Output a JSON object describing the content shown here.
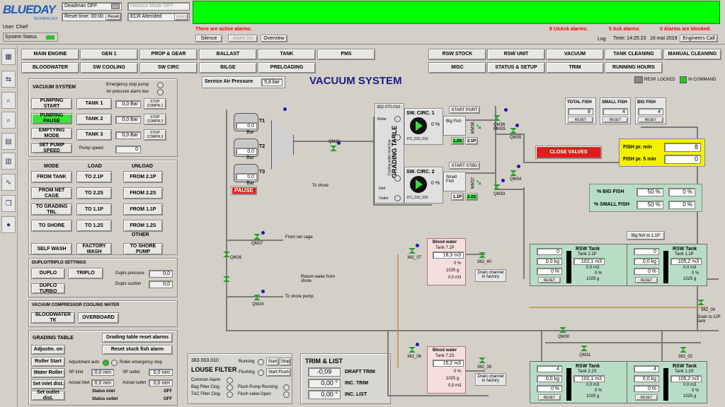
{
  "header": {
    "logo": "BLUEDAY",
    "logo_sub": "TECHNOLOGY",
    "deadman": "Deadman OFF",
    "reset_time": "Reset time: 00:00",
    "reset": "Reset",
    "harbour": "Harbour Mode OFF",
    "ecr": "ECR Attended",
    "select": "Select",
    "user": "User: Chief",
    "system_status": "System Status"
  },
  "alarms": {
    "active": "There are active alarms.",
    "unack": "8 UnAck alarms.",
    "ack": "5 Ack alarms",
    "blocked": "0 Alarms are blocked.",
    "silence": "Silence",
    "alarm_list": "Alarm list",
    "overview": "Overview",
    "log": "Log",
    "time": "Time: 14:25:23",
    "date": "16 mai 2019",
    "engineers_call": "Engineers Call"
  },
  "nav_left": {
    "row1": [
      "MAIN ENGINE",
      "GEN 1",
      "PROP & GEAR",
      "BALLAST",
      "TANK",
      "PMS"
    ],
    "row2": [
      "BLOODWATER",
      "SW COOLING",
      "SW CIRC",
      "BILGE",
      "PRELOADING"
    ]
  },
  "nav_right": {
    "row1": [
      "RSW STOCK",
      "RSW UNIT",
      "VACUUM",
      "TANK CLEANING",
      "MANUAL CLEANING"
    ],
    "row2": [
      "MISC",
      "STATUS & SETUP",
      "TRIM",
      "RUNNING HOURS"
    ]
  },
  "title": "VACUUM SYSTEM",
  "service_air": {
    "label": "Service Air Pressure",
    "value": "5,8 bar"
  },
  "legend": {
    "resp_locked": "RESP. LOCKED",
    "in_command": "IN COMMAND"
  },
  "vacuum": {
    "title": "VACUUM SYSTEM",
    "estop": "Emergency stop pump",
    "air_alarm": "Air pressure alarm low",
    "pumping_start": "PUMPING START",
    "pumping_pause": "PUMPING PAUSE",
    "emptying": "EMPTYING MODE",
    "set_speed": "SET PUMP SPEED",
    "pump_speed": "Pump speed",
    "pump_speed_val": "0",
    "tanks": [
      {
        "label": "TANK 1",
        "value": "0,0 Bar",
        "stop": "STOP COMPR.1"
      },
      {
        "label": "TANK 2",
        "value": "0,0 Bar",
        "stop": "STOP COMPR.2"
      },
      {
        "label": "TANK 3",
        "value": "0,0 Bar",
        "stop": "STOP COMPR.3"
      }
    ]
  },
  "mode": {
    "h1": "MODE",
    "h2": "LOAD",
    "h3": "UNLOAD",
    "other": "OTHER",
    "rows": [
      [
        "FROM TANK",
        "TO 2.1P",
        "FROM 2.1P"
      ],
      [
        "FROM NET CAGE",
        "TO 2.2S",
        "FROM 2.2S"
      ],
      [
        "TO GRADING TBL",
        "TO 1.1P",
        "FROM 1.1P"
      ],
      [
        "TO SHORE",
        "TO 1.2S",
        "FROM 1.2S"
      ],
      [
        "SELF WASH",
        "FACTORY WASH",
        "TO SHORE PUMP"
      ]
    ]
  },
  "duplo": {
    "title": "DUPLO/TRIPLO SETTINGS",
    "duplo": "DUPLO",
    "triplo": "TRIPLO",
    "turbo": "DUPLO TURBO",
    "pressure": "Duplo pressure",
    "pressure_val": "0,0",
    "suction": "Duplo suction",
    "suction_val": "0,0"
  },
  "cooling": {
    "title": "VACUUM COMPRESSOR COOLING WATER",
    "bw": "BLOODWATER TK",
    "overboard": "OVERBOARD"
  },
  "grading": {
    "title": "GRADING TABLE",
    "reset_alarms": "Grading table reset alarms",
    "reset_stuck": "Reset stuck fish alarm",
    "adjust_on": "Adjustm. on",
    "roller_start": "Roller Start",
    "water_roller": "Water Roller",
    "set_inlet": "Set inlet dist.",
    "set_outlet": "Set outlet dist.",
    "adj_auto": "Adjustment auto",
    "roller_estop": "Roller emergency stop",
    "sp_inlet": "SP inlet",
    "sp_inlet_val": "0,0 mm",
    "sp_outlet": "SP outlet",
    "sp_outlet_val": "0,0 mm",
    "act_inlet": "Actual inlet",
    "act_inlet_val": "0,0 mm",
    "act_outlet": "Actual outlet",
    "act_outlet_val": "0,0 mm",
    "status_inlet": "Status inlet",
    "status_inlet_val": "OFF",
    "status_outlet": "Status outlet",
    "status_outlet_val": "OFF"
  },
  "louse": {
    "id": "383.003.010",
    "title": "LOUSE FILTER",
    "running": "Running",
    "flushing": "Flushing",
    "start": "Start",
    "stop": "Stop",
    "start_flush": "Start Flush",
    "common": "Common Alarm",
    "bag": "Bag Filter Clog.",
    "tac": "TAC Filter Clog.",
    "fpr": "Flush Pump Running",
    "fvo": "Flush valve Open"
  },
  "trim": {
    "title": "TRIM & LIST",
    "draft_val": "-0,09",
    "draft": "DRAFT TRIM",
    "inc_trim_val": "0,00 °",
    "inc_trim": "INC. TRIM",
    "inc_list_val": "0,00 °",
    "inc_list": "INC. LIST"
  },
  "diagram": {
    "vac_tanks": [
      {
        "id": "T1",
        "val": "0,0 Bar"
      },
      {
        "id": "T2",
        "val": "0,0 Bar"
      },
      {
        "id": "T3",
        "val": "0,0 Bar"
      }
    ],
    "pause": "PAUSE",
    "to_shore": "To shore",
    "qm22": "QM22",
    "grading_id": "352.070.010",
    "grading_label": "GRADING TABLE",
    "cooling_level": "Cooling water level low",
    "roller": "Roller",
    "inlet": "Inlet",
    "outlet": "Outlet",
    "swc1": "SW. CIRC. 1",
    "swc1_pct": "0 %",
    "swc1_id": "371_010_010",
    "swc2": "SW. CIRC. 2",
    "swc2_pct": "0 %",
    "swc2_id": "371_010_020",
    "start_port": "START PORT",
    "start_stbd": "START STBD",
    "big_fish": "Big Fish",
    "small_fish": "Small Fish",
    "b1": "1.2S",
    "b2": "2.1P",
    "b3": "1.1P",
    "b4": "2.2S",
    "mm38": "MM38",
    "mm37": "MM37",
    "qm36": "QM36 MM39",
    "qm35": "QM35",
    "qm34": "QM34",
    "qm33": "QM33",
    "from_net": "From net cage",
    "qm37": "QM37",
    "qm26": "QM26",
    "return": "Return water from shore",
    "qm24": "QM24",
    "to_shore_pump": "To shore pump",
    "v362_07": "362_07",
    "v362_06": "362_06",
    "v362_40": "362_40",
    "v362_39": "362_39",
    "v362_09": "362_09",
    "v362_02": "362_02",
    "drain_factory": "Drain channel in factory",
    "drain_cip": "Drain to CIP tank",
    "big_fish_11p": "Big fish to 1.1P",
    "qm30": "QM30",
    "qm31": "QM31"
  },
  "counters": {
    "total": "TOTAL FISH",
    "total_val": "8",
    "small": "SMALL FISH",
    "small_val": "4",
    "big": "BIG FISH",
    "big_val": "4",
    "reset": "RESET",
    "close_valves": "CLOSE VALVES",
    "fish_min": "FISH pr. min",
    "fish_min_val": "8",
    "fish_5min": "FISH pr. 5 min",
    "fish_5min_val": "0",
    "big_pct_lbl": "% BIG FISH",
    "big_pct": "50 %",
    "big_pct2": "0 %",
    "small_pct_lbl": "% SMALL FISH",
    "small_pct": "50 %",
    "small_pct2": "0 %"
  },
  "bloodwater": [
    {
      "title": "Blood water",
      "tank": "Tank 7.1P",
      "m3": "18,3 m3",
      "pct": "0 %",
      "g": "1025 g"
    },
    {
      "title": "Blood water",
      "tank": "Tank 7.2S",
      "m3": "15,2 m3",
      "pct": "0 %",
      "g": "1025 g"
    }
  ],
  "rsw": [
    {
      "title": "RSW Tank",
      "tank": "Tank 2.1P",
      "cnt": "0",
      "kg": "0,0 kg",
      "pct": "0 %",
      "v1": "102,1 m3",
      "v2": "0,0 m3",
      "v3": "0 %",
      "v4": "1025 g"
    },
    {
      "title": "RSW Tank",
      "tank": "Tank 1.1P",
      "cnt": "0",
      "kg": "0,0 kg",
      "pct": "0 %",
      "v1": "105,2 m3",
      "v2": "0,0 m3",
      "v3": "0 %",
      "v4": "1025 g"
    },
    {
      "title": "RSW Tank",
      "tank": "Tank 2.2S",
      "cnt": "4",
      "kg": "0,0 kg",
      "pct": "0 %",
      "v1": "102,1 m3",
      "v2": "0,0 m3",
      "v3": "0 %",
      "v4": "1025 g"
    },
    {
      "title": "RSW Tank",
      "tank": "Tank 1.2S",
      "cnt": "4",
      "kg": "0,0 kg",
      "pct": "0 %",
      "v1": "105,2 m3",
      "v2": "0,0 m3",
      "v3": "0 %",
      "v4": "1025 g"
    }
  ]
}
